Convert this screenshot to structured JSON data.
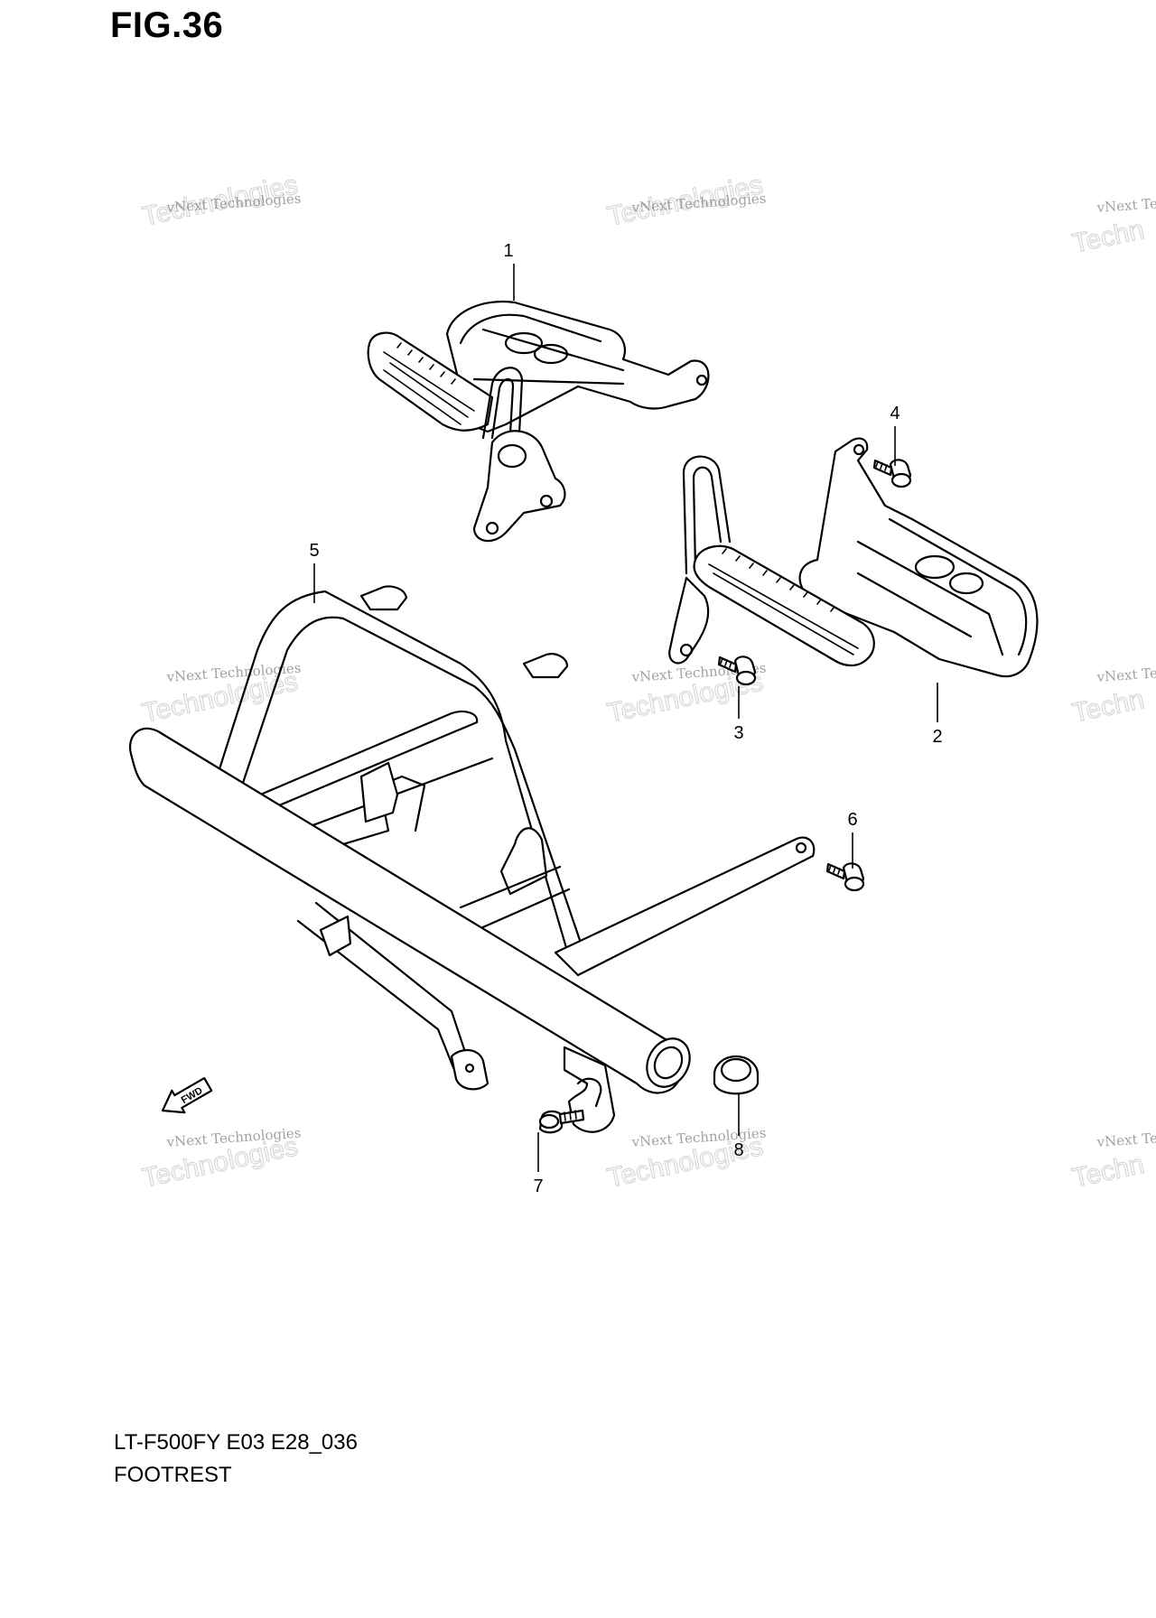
{
  "figure": {
    "title": "FIG.36"
  },
  "watermark": {
    "small_text": "vNext Technologies",
    "big_text": "Technologies",
    "small_text_cut": "vNext Te",
    "big_text_cut": "Techn"
  },
  "callouts": [
    "1",
    "2",
    "3",
    "4",
    "5",
    "6",
    "7",
    "8"
  ],
  "fwd_label": "FWD",
  "footer": {
    "model_code": "LT-F500FY E03 E28_036",
    "section_name": "FOOTREST"
  }
}
